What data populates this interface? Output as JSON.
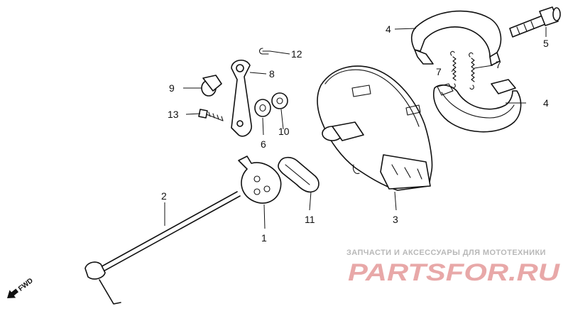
{
  "diagram": {
    "parts": [
      {
        "id": "p1",
        "number": "1"
      },
      {
        "id": "p2",
        "number": "2"
      },
      {
        "id": "p3",
        "number": "3"
      },
      {
        "id": "p4a",
        "number": "4"
      },
      {
        "id": "p4b",
        "number": "4"
      },
      {
        "id": "p5",
        "number": "5"
      },
      {
        "id": "p6",
        "number": "6"
      },
      {
        "id": "p7a",
        "number": "7"
      },
      {
        "id": "p7b",
        "number": "7"
      },
      {
        "id": "p8",
        "number": "8"
      },
      {
        "id": "p9",
        "number": "9"
      },
      {
        "id": "p10",
        "number": "10"
      },
      {
        "id": "p11",
        "number": "11"
      },
      {
        "id": "p12",
        "number": "12"
      },
      {
        "id": "p13",
        "number": "13"
      }
    ],
    "direction_marker": "FWD"
  },
  "watermark": {
    "tagline": "ЗАПЧАСТИ И АКСЕССУАРЫ ДЛЯ МОТОТЕХНИКИ",
    "logo_text": "PARTSFOR.RU",
    "logo_color": "#e8a8a8",
    "tagline_color": "#b8b8b8"
  }
}
